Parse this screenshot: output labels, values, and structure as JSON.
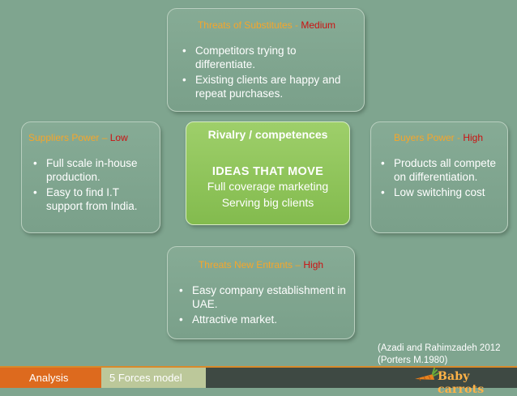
{
  "threats_substitutes": {
    "title": "Threats of Substitutes -",
    "level": "Medium",
    "bullets": [
      "Competitors trying to differentiate.",
      "Existing clients are happy and repeat purchases."
    ]
  },
  "suppliers": {
    "title": "Suppliers Power –",
    "level": "Low",
    "bullets": [
      "Full scale in-house production.",
      "Easy to find I.T support from India."
    ]
  },
  "buyers": {
    "title": "Buyers Power -",
    "level": "High",
    "bullets": [
      "Products all compete on differentiation.",
      "Low switching cost"
    ]
  },
  "threats_entrants": {
    "title": "Threats New Entrants –",
    "level": "High",
    "bullets": [
      "Easy company establishment in UAE.",
      "Attractive market."
    ]
  },
  "rivalry": {
    "title": "Rivalry / competences",
    "company": "IDEAS THAT MOVE",
    "line1": "Full coverage marketing",
    "line2": "Serving big clients"
  },
  "citation": {
    "line1": "(Azadi and Rahimzadeh 2012",
    "line2": "(Porters M.1980)"
  },
  "footer": {
    "tab_analysis": "Analysis",
    "tab_model": "5 Forces model",
    "logo_text": "Baby carrots"
  },
  "colors": {
    "background": "#7fa58f",
    "title_orange": "#f6a62a",
    "level_red": "#cc1111",
    "rivalry_green": "#8fc45a",
    "footer_orange": "#dd6a1e"
  }
}
